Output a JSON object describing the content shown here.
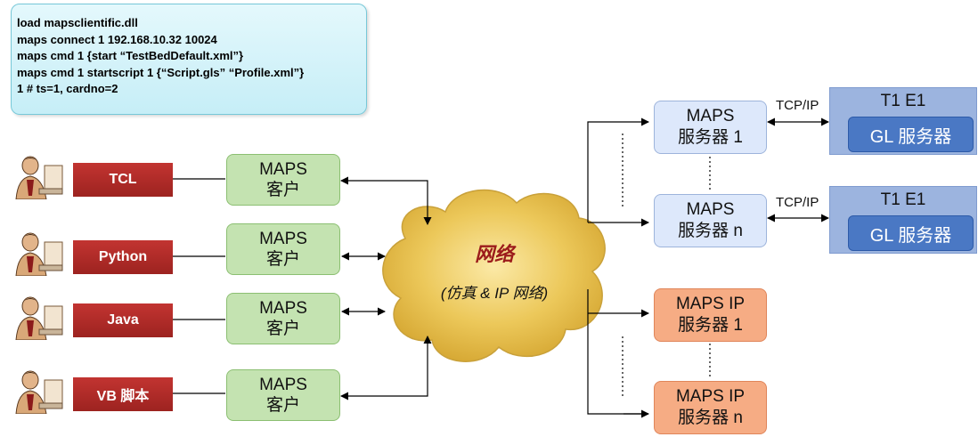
{
  "code": {
    "lines": [
      "load mapsclientific.dll",
      "maps connect 1 192.168.10.32 10024",
      "maps cmd 1 {start “TestBedDefault.xml”}",
      "maps cmd 1 startscript 1 {“Script.gls” “Profile.xml”}",
      "1 # ts=1, cardno=2"
    ]
  },
  "clients": [
    {
      "tag": "TCL",
      "box": [
        "MAPS",
        "客户"
      ]
    },
    {
      "tag": "Python",
      "box": [
        "MAPS",
        "客户"
      ]
    },
    {
      "tag": "Java",
      "box": [
        "MAPS",
        "客户"
      ]
    },
    {
      "tag": "VB 脚本",
      "box": [
        "MAPS",
        "客户"
      ]
    }
  ],
  "network": {
    "title": "网络",
    "subtitle": "(仿真 & IP 网络)"
  },
  "servers": [
    {
      "lines": [
        "MAPS",
        "服务器 1"
      ]
    },
    {
      "lines": [
        "MAPS",
        "服务器 n"
      ]
    }
  ],
  "ip_servers": [
    {
      "lines": [
        "MAPS IP",
        "服务器 1"
      ]
    },
    {
      "lines": [
        "MAPS IP",
        "服务器 n"
      ]
    }
  ],
  "links": [
    "TCP/IP",
    "TCP/IP"
  ],
  "t1_boxes": [
    {
      "title": "T1 E1",
      "gl": "GL 服务器"
    },
    {
      "title": "T1 E1",
      "gl": "GL 服务器"
    }
  ],
  "colors": {
    "tag_red": "#b52b28",
    "client_green": "#c4e3b1",
    "server_blue": "#dde8fb",
    "ip_server_orange": "#f6ac84",
    "gl_blue": "#4a78c4",
    "cloud_gold": "#e3bd4a"
  },
  "icons": [
    "person-at-computer-icon"
  ]
}
